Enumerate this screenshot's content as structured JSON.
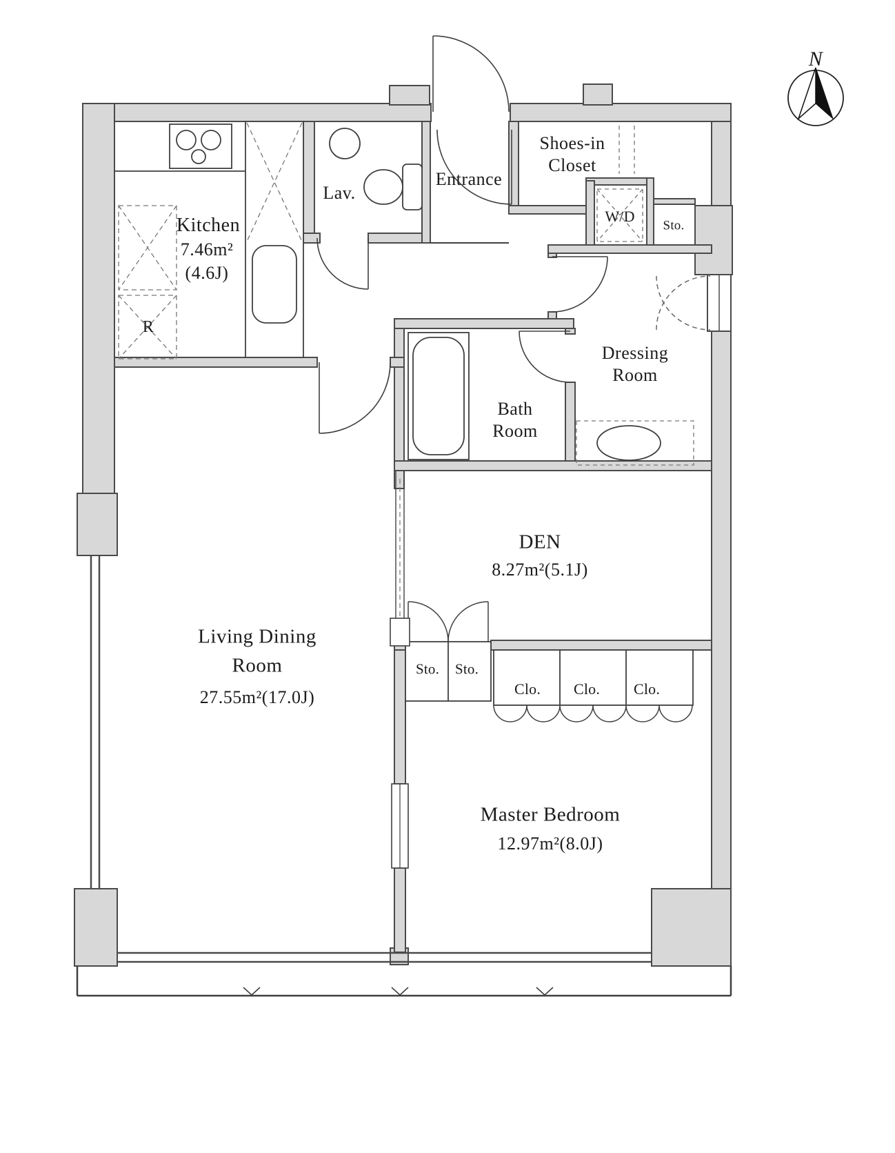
{
  "compass": {
    "label": "N"
  },
  "rooms": {
    "kitchen": {
      "name": "Kitchen",
      "area": "7.46m²",
      "tatami": "(4.6J)"
    },
    "refrigerator": {
      "label": "R"
    },
    "lavatory": {
      "label": "Lav."
    },
    "entrance": {
      "label": "Entrance"
    },
    "shoes_closet": {
      "line1": "Shoes-in",
      "line2": "Closet"
    },
    "washer_dryer": {
      "label": "W/D"
    },
    "storage_entry": {
      "label": "Sto."
    },
    "dressing_room": {
      "line1": "Dressing",
      "line2": "Room"
    },
    "bath_room": {
      "line1": "Bath",
      "line2": "Room"
    },
    "den": {
      "name": "DEN",
      "area": "8.27m²(5.1J)"
    },
    "living_dining": {
      "line1": "Living Dining",
      "line2": "Room",
      "area": "27.55m²(17.0J)"
    },
    "storage_1": {
      "label": "Sto."
    },
    "storage_2": {
      "label": "Sto."
    },
    "closet_1": {
      "label": "Clo."
    },
    "closet_2": {
      "label": "Clo."
    },
    "closet_3": {
      "label": "Clo."
    },
    "master_bedroom": {
      "name": "Master Bedroom",
      "area": "12.97m²(8.0J)"
    }
  },
  "colors": {
    "wall_fill": "#d8d8d8",
    "wall_stroke": "#4a4a4a",
    "line": "#3f3f3f",
    "background": "#ffffff"
  }
}
